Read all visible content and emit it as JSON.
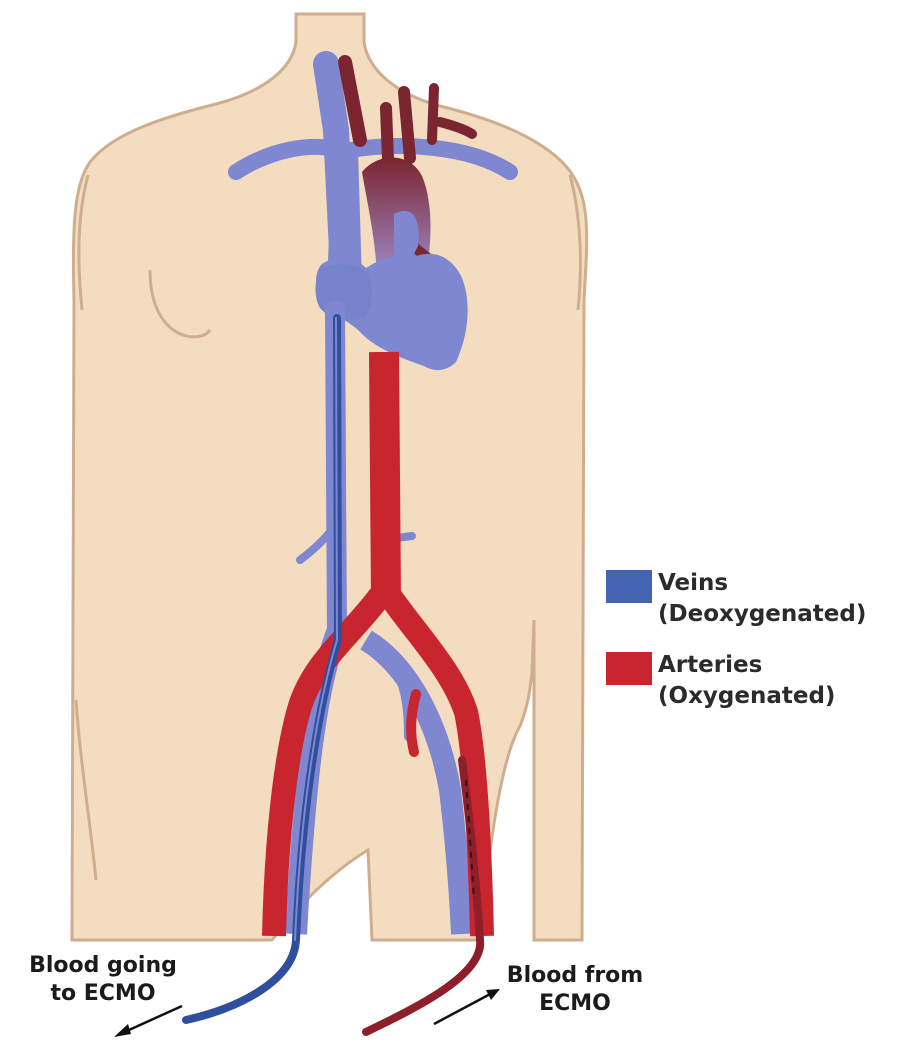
{
  "colors": {
    "skin": "#f3dcc0",
    "skin_outline": "#cfae8f",
    "vein": "#7e87cf",
    "vein_dark": "#3f5cad",
    "artery": "#c8252f",
    "artery_dark": "#7a2530"
  },
  "legend": {
    "veins": {
      "line1": "Veins",
      "line2": "(Deoxygenated)",
      "color": "#4563b3"
    },
    "arteries": {
      "line1": "Arteries",
      "line2": "(Oxygenated)",
      "color": "#c9252f"
    }
  },
  "callouts": {
    "to_ecmo": {
      "line1": "Blood going",
      "line2": "to ECMO"
    },
    "from_ecmo": {
      "line1": "Blood from",
      "line2": "ECMO"
    }
  }
}
